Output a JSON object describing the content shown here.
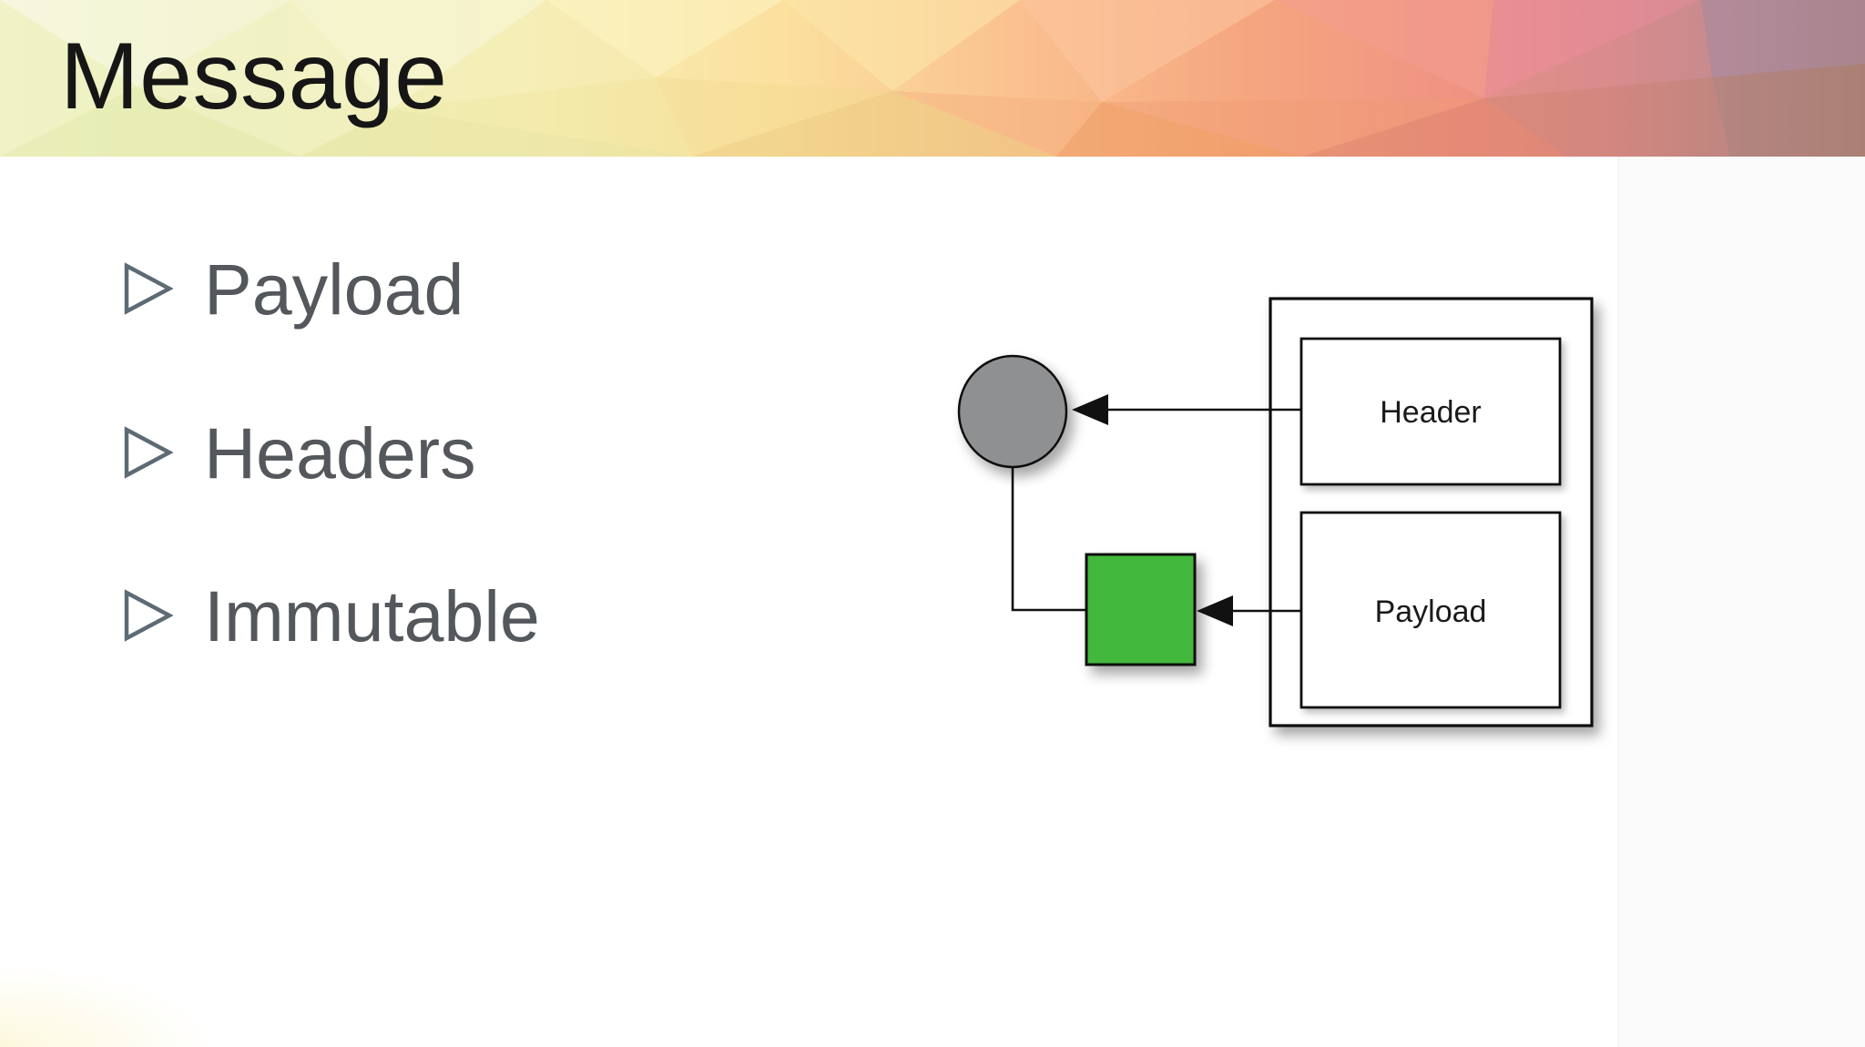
{
  "slide": {
    "title": "Message",
    "bullets": [
      {
        "label": "Payload"
      },
      {
        "label": "Headers"
      },
      {
        "label": "Immutable"
      }
    ]
  },
  "diagram": {
    "outer_box_labels": {
      "header": "Header",
      "payload": "Payload"
    },
    "colors": {
      "circle_fill": "#8f9092",
      "square_fill": "#42b83c",
      "line_stroke": "#111111"
    }
  },
  "theme": {
    "banner_palette": [
      "#f2f4cf",
      "#f6eeb8",
      "#fbe09e",
      "#fac08f",
      "#f5a67f",
      "#f09383",
      "#dd8b8c",
      "#ab8077"
    ],
    "title_color": "#161616",
    "bullet_text_color": "#54575b",
    "bullet_marker_color": "#5c6b74"
  }
}
